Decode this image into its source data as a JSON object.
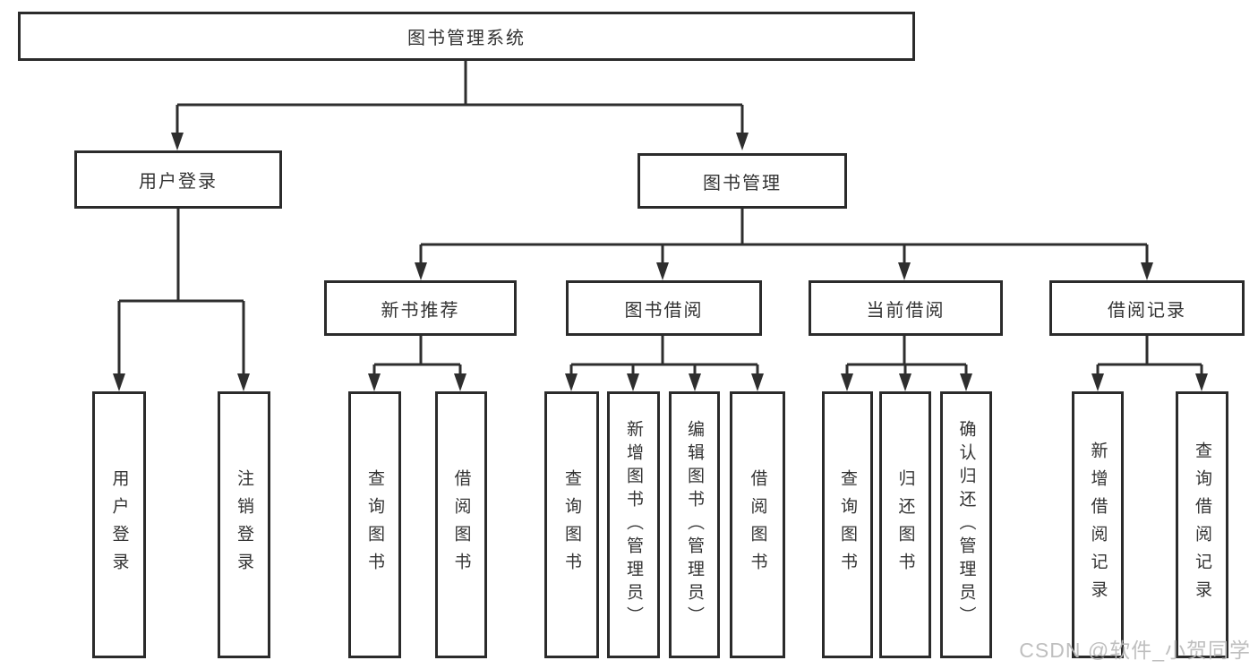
{
  "diagram": {
    "root": {
      "label": "图书管理系统"
    },
    "level2": [
      {
        "label": "用户登录"
      },
      {
        "label": "图书管理"
      }
    ],
    "level3": [
      {
        "label": "新书推荐",
        "parent": "图书管理"
      },
      {
        "label": "图书借阅",
        "parent": "图书管理"
      },
      {
        "label": "当前借阅",
        "parent": "图书管理"
      },
      {
        "label": "借阅记录",
        "parent": "图书管理"
      }
    ],
    "leaves": [
      {
        "label": "用户登录",
        "parent": "用户登录"
      },
      {
        "label": "注销登录",
        "parent": "用户登录"
      },
      {
        "label": "查询图书",
        "parent": "新书推荐"
      },
      {
        "label": "借阅图书",
        "parent": "新书推荐"
      },
      {
        "label": "查询图书",
        "parent": "图书借阅"
      },
      {
        "label": "新增图书（管理员）",
        "parent": "图书借阅"
      },
      {
        "label": "编辑图书（管理员）",
        "parent": "图书借阅"
      },
      {
        "label": "借阅图书",
        "parent": "图书借阅"
      },
      {
        "label": "查询图书",
        "parent": "当前借阅"
      },
      {
        "label": "归还图书",
        "parent": "当前借阅"
      },
      {
        "label": "确认归还（管理员）",
        "parent": "当前借阅"
      },
      {
        "label": "新增借阅记录",
        "parent": "借阅记录"
      },
      {
        "label": "查询借阅记录",
        "parent": "借阅记录"
      }
    ],
    "watermark": "CSDN @软件_小贺同学",
    "colors": {
      "line": "#2e2e2e",
      "border": "#2b2b2b",
      "text": "#333333",
      "background": "#ffffff",
      "watermark": "#bababa"
    }
  }
}
